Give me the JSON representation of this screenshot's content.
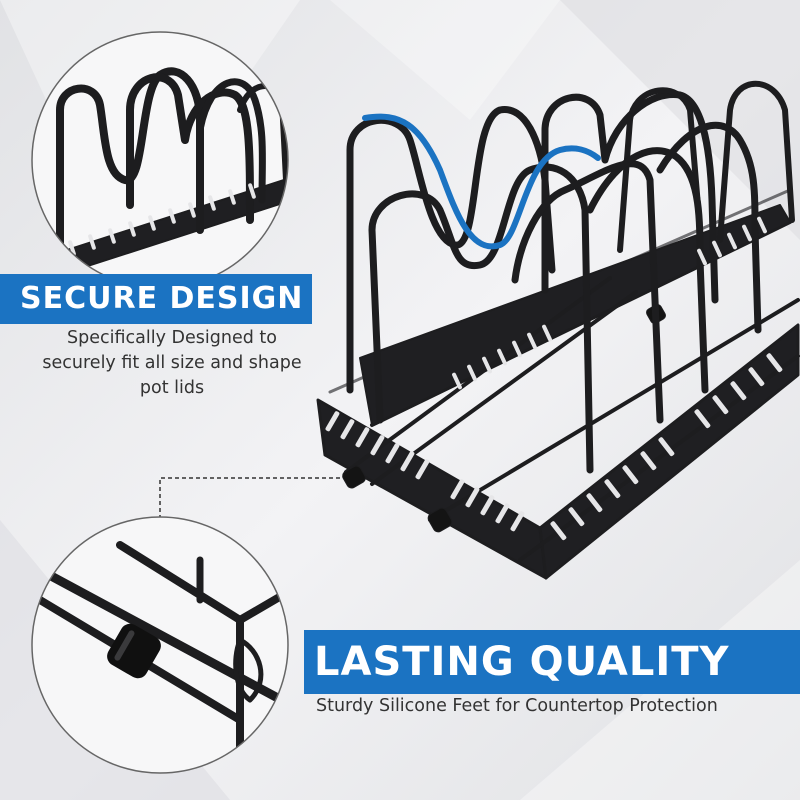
{
  "colors": {
    "accent_blue": "#1b73c2",
    "banner_text": "#ffffff",
    "caption_text": "#333333",
    "rack_black": "#1d1d1f",
    "background": "#ebebed"
  },
  "features": {
    "secure": {
      "title": "SECURE DESIGN",
      "description": "Specifically Designed to securely fit all size and shape pot lids"
    },
    "lasting": {
      "title": "LASTING QUALITY",
      "description": "Sturdy Silicone Feet for Countertop Protection"
    }
  }
}
